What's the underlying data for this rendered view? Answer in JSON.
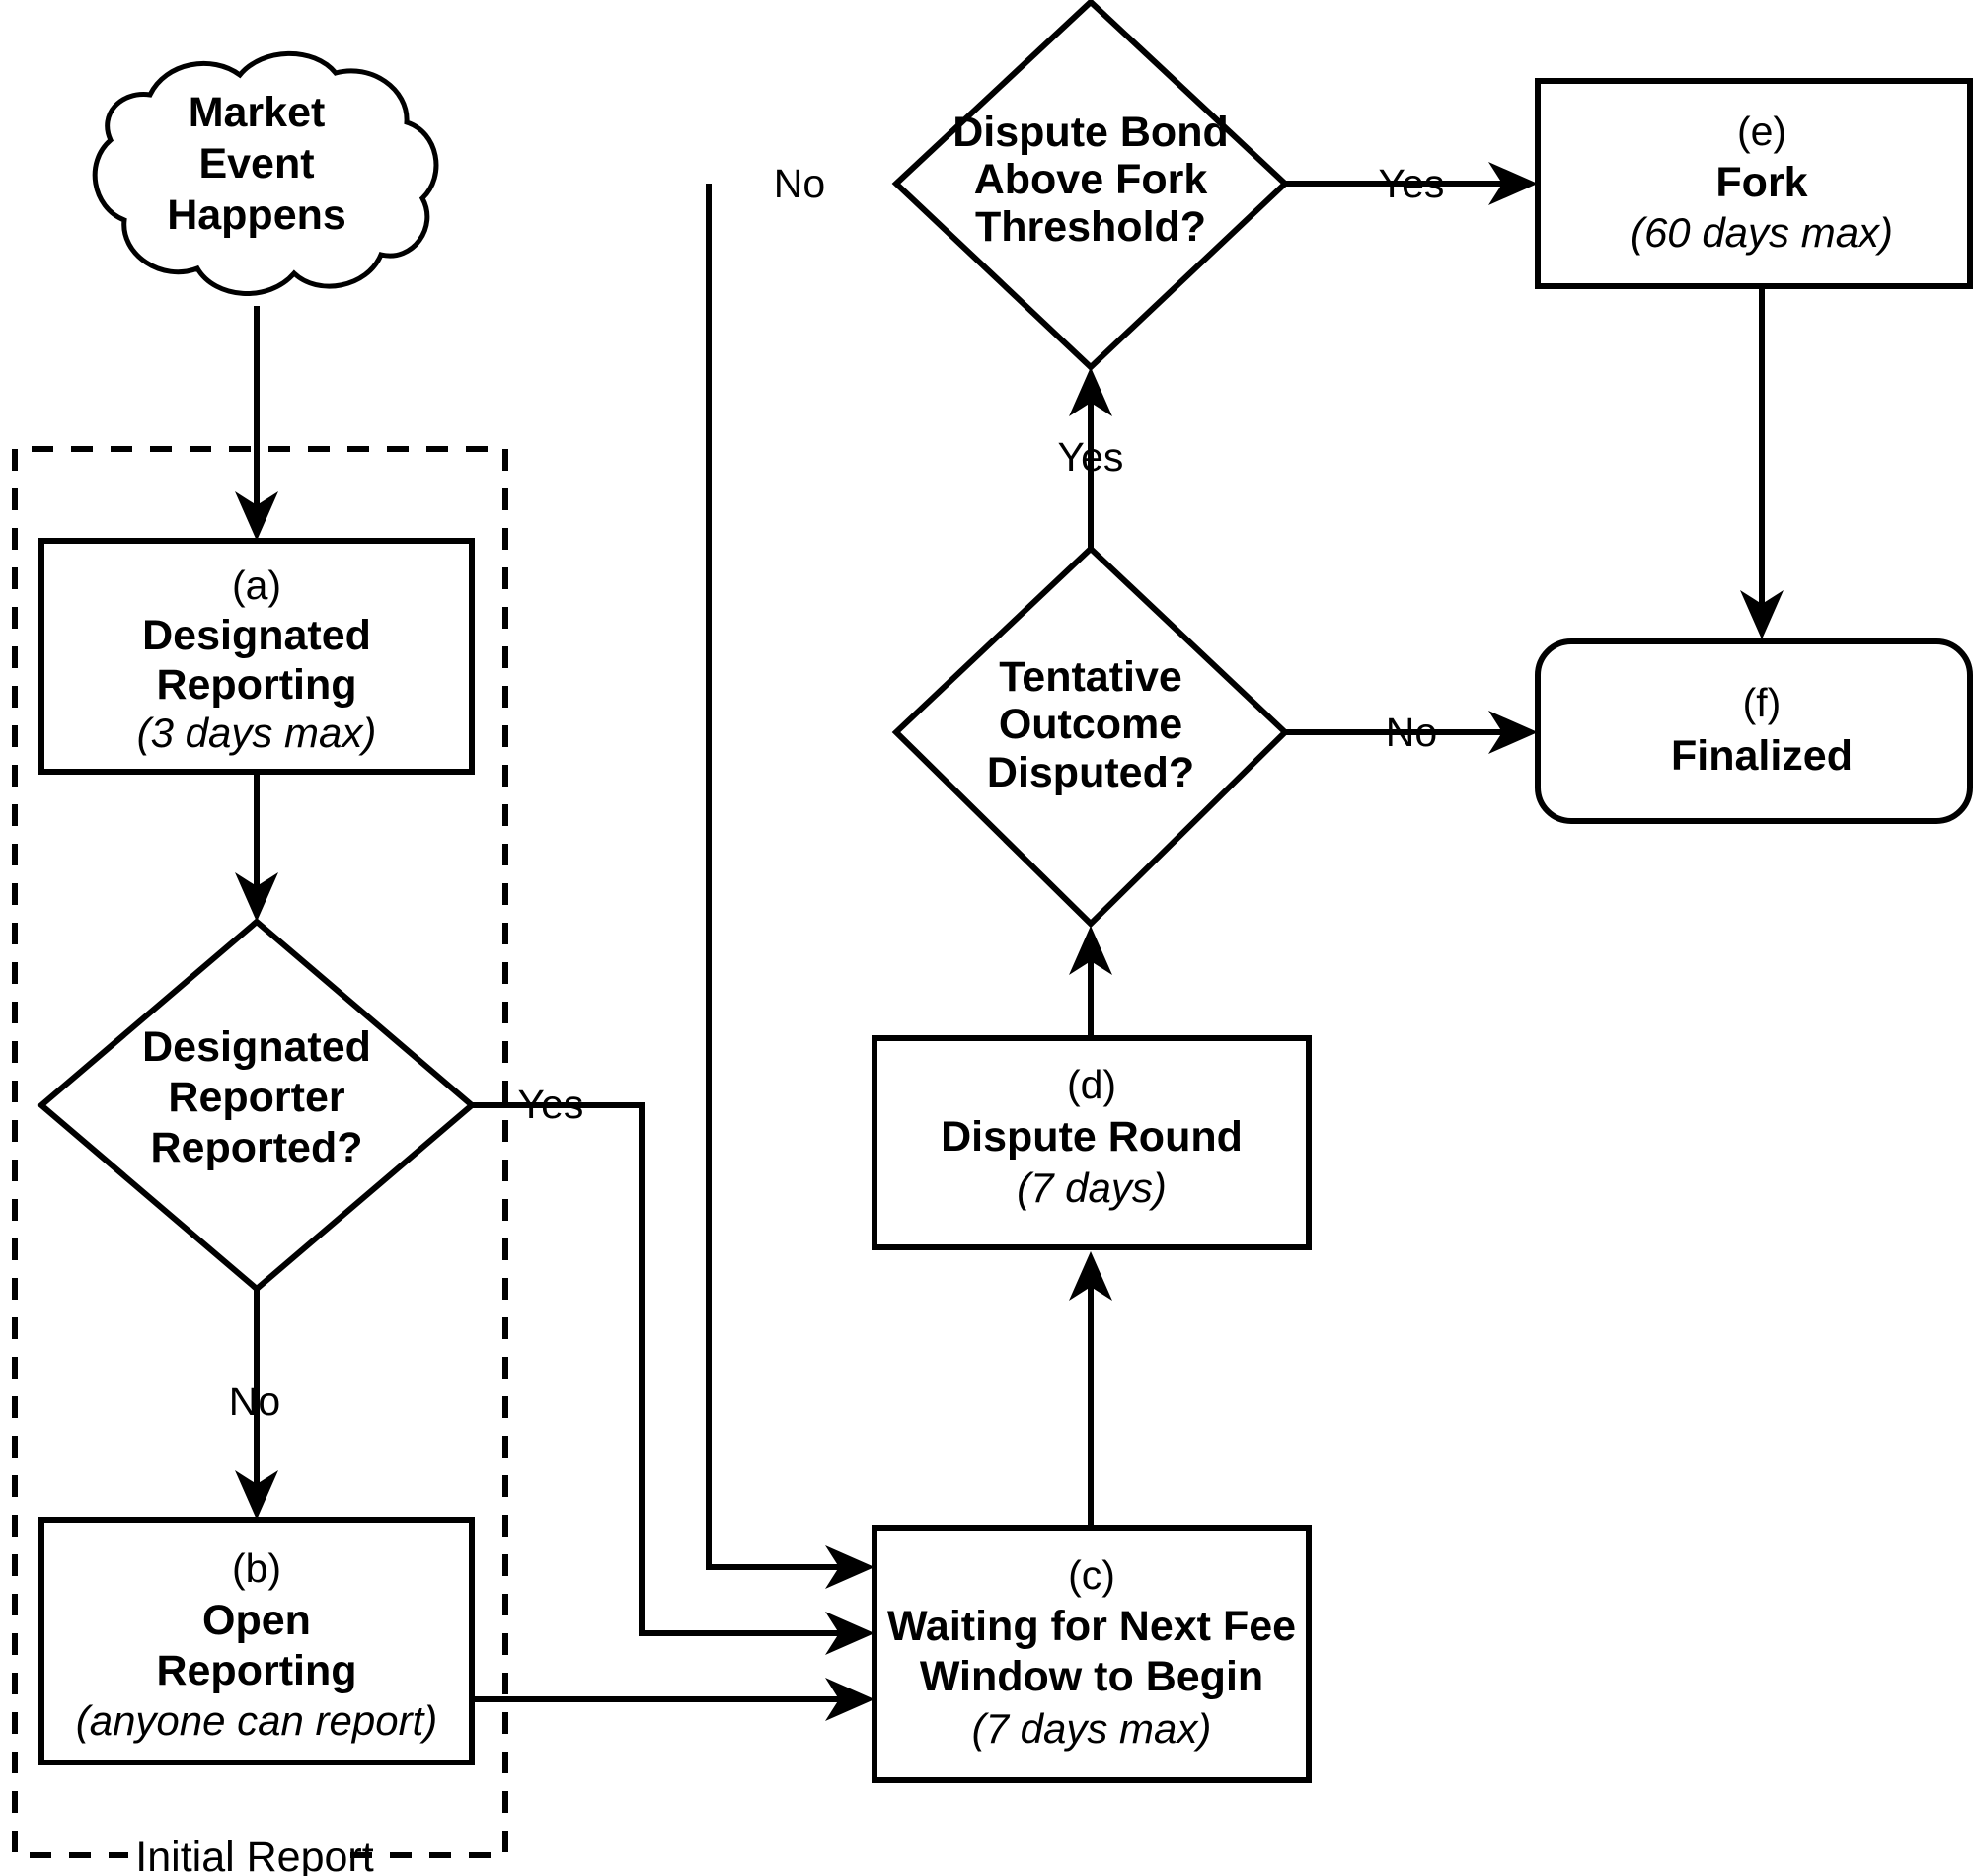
{
  "diagram": {
    "title": "Augur market reporting lifecycle flowchart",
    "type": "flowchart",
    "background_color": "#ffffff",
    "line_color": "#000000",
    "group": {
      "label": "Initial Report",
      "style": "dashed"
    },
    "nodes": [
      {
        "key": "market_event",
        "shape": "cloud",
        "id_label": "",
        "lines": [
          "Market",
          "Event",
          "Happens"
        ],
        "style": "bold"
      },
      {
        "key": "a_designated_reporting",
        "shape": "rect",
        "id_label": "(a)",
        "lines": [
          "Designated",
          "Reporting"
        ],
        "note": "(3 days max)"
      },
      {
        "key": "designated_reporter_reported",
        "shape": "diamond",
        "id_label": "",
        "lines": [
          "Designated",
          "Reporter",
          "Reported?"
        ],
        "note": ""
      },
      {
        "key": "b_open_reporting",
        "shape": "rect",
        "id_label": "(b)",
        "lines": [
          "Open",
          "Reporting"
        ],
        "note": "(anyone can report)"
      },
      {
        "key": "c_waiting_fee_window",
        "shape": "rect",
        "id_label": "(c)",
        "lines": [
          "Waiting for Next Fee",
          "Window to Begin"
        ],
        "note": "(7 days max)"
      },
      {
        "key": "d_dispute_round",
        "shape": "rect",
        "id_label": "(d)",
        "lines": [
          "Dispute Round"
        ],
        "note": "(7 days)"
      },
      {
        "key": "tentative_outcome_disputed",
        "shape": "diamond",
        "id_label": "",
        "lines": [
          "Tentative",
          "Outcome",
          "Disputed?"
        ],
        "note": ""
      },
      {
        "key": "dispute_bond_above_fork",
        "shape": "diamond",
        "id_label": "",
        "lines": [
          "Dispute Bond",
          "Above Fork",
          "Threshold?"
        ],
        "note": ""
      },
      {
        "key": "e_fork",
        "shape": "rect",
        "id_label": "(e)",
        "lines": [
          "Fork"
        ],
        "note": "(60 days max)"
      },
      {
        "key": "f_finalized",
        "shape": "rounded-rect",
        "id_label": "(f)",
        "lines": [
          "Finalized"
        ],
        "note": ""
      }
    ],
    "edges": [
      {
        "key": "event-to-a",
        "from": "market_event",
        "to": "a_designated_reporting",
        "label": ""
      },
      {
        "key": "a-to-decision",
        "from": "a_designated_reporting",
        "to": "designated_reporter_reported",
        "label": ""
      },
      {
        "key": "decision-yes-to-c",
        "from": "designated_reporter_reported",
        "to": "c_waiting_fee_window",
        "label": "Yes"
      },
      {
        "key": "decision-no-to-b",
        "from": "designated_reporter_reported",
        "to": "b_open_reporting",
        "label": "No"
      },
      {
        "key": "b-to-c",
        "from": "b_open_reporting",
        "to": "c_waiting_fee_window",
        "label": ""
      },
      {
        "key": "c-to-d",
        "from": "c_waiting_fee_window",
        "to": "d_dispute_round",
        "label": ""
      },
      {
        "key": "d-to-disputed",
        "from": "d_dispute_round",
        "to": "tentative_outcome_disputed",
        "label": ""
      },
      {
        "key": "disputed-yes-to-fork-check",
        "from": "tentative_outcome_disputed",
        "to": "dispute_bond_above_fork",
        "label": "Yes"
      },
      {
        "key": "disputed-no-to-finalized",
        "from": "tentative_outcome_disputed",
        "to": "f_finalized",
        "label": "No"
      },
      {
        "key": "forkcheck-yes-to-fork",
        "from": "dispute_bond_above_fork",
        "to": "e_fork",
        "label": "Yes"
      },
      {
        "key": "forkcheck-no-to-c",
        "from": "dispute_bond_above_fork",
        "to": "c_waiting_fee_window",
        "label": "No"
      },
      {
        "key": "fork-to-finalized",
        "from": "e_fork",
        "to": "f_finalized",
        "label": ""
      }
    ]
  }
}
